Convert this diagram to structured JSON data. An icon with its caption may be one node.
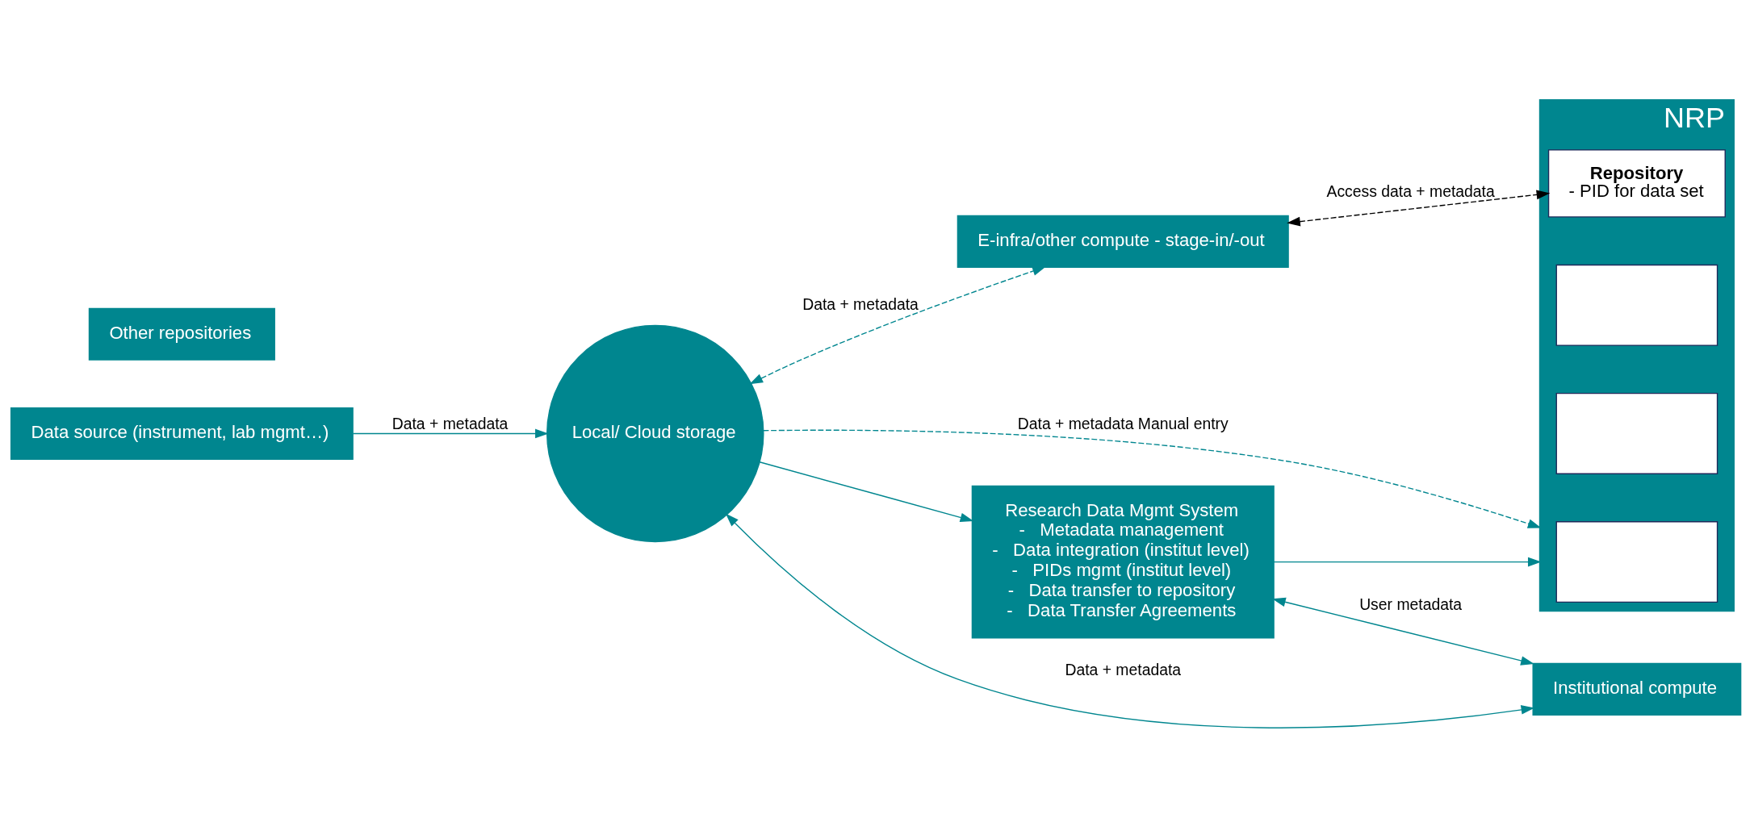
{
  "diagram": {
    "nodes": [
      {
        "text": [
          "Data source (instrument, lab mgmt…)"
        ]
      },
      {
        "text": [
          "Local/ Cloud storage"
        ]
      },
      {
        "text": [
          "Research Data Mgmt System",
          "-   Metadata management",
          "-   Data integration (institut level)",
          "-   PIDs mgmt (institut level)",
          "-   Data transfer to repository",
          "-   Data Transfer Agreements"
        ]
      },
      {
        "text": [
          "NRP"
        ]
      },
      {
        "text": [],
        "shape": "box",
        "in": 3
      },
      {
        "text": [],
        "shape": "box",
        "in": 3
      },
      {
        "text": [],
        "shape": "box",
        "in": 3
      },
      {
        "text": [
          "Repository",
          "- PID for data set"
        ],
        "in": 3
      },
      {
        "text": [
          "Institutional compute"
        ]
      },
      {
        "text": [
          "E-infra/other compute - stage-in/-out"
        ]
      },
      {
        "text": [
          "Other repositories"
        ]
      }
    ],
    "edges": [
      {
        "from": 0,
        "to": 1,
        "arrow": "to",
        "label": "Data + metadata"
      },
      {
        "from": 1,
        "to": 2,
        "arrow": "to"
      },
      {
        "from": 2,
        "to": 3,
        "arrow": "to"
      },
      {
        "from": 1,
        "to": 3,
        "arrow": "to",
        "style": "dashed",
        "label": "Data + metadata Manual entry"
      },
      {
        "from": 1,
        "to": 8,
        "arrow": "both",
        "label": "Data + metadata"
      },
      {
        "from": 2,
        "to": 8,
        "arrow": "both",
        "label": "User metadata"
      },
      {
        "from": 1,
        "to": 9,
        "arrow": "both",
        "style": "dashed",
        "label": "Data + metadata"
      },
      {
        "from": 9,
        "to": 7,
        "arrow": "both",
        "style": "dashed",
        "color": "#000000",
        "label": "Access data + metadata"
      }
    ]
  }
}
